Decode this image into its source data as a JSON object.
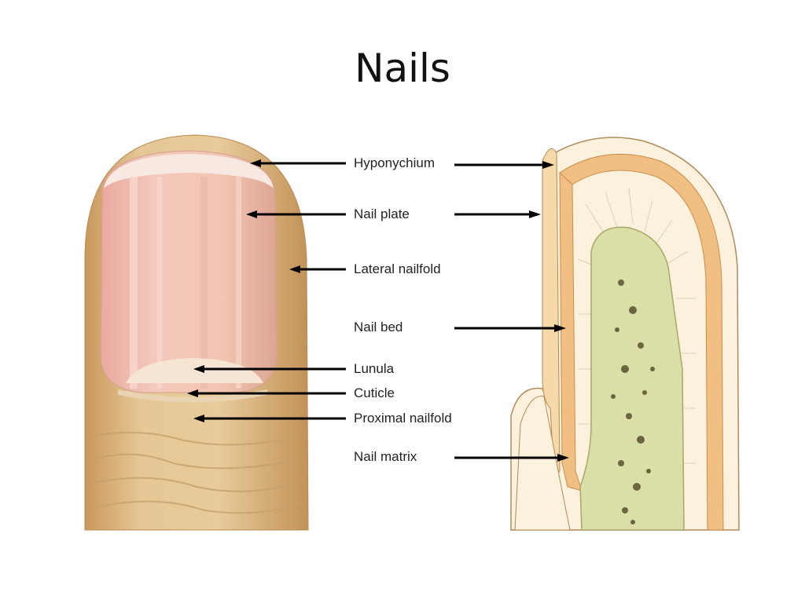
{
  "slide": {
    "title": "Nails"
  },
  "labels": [
    {
      "id": "hyponychium",
      "text": "Hyponychium"
    },
    {
      "id": "nail-plate",
      "text": "Nail plate"
    },
    {
      "id": "lateral-nailfold",
      "text": "Lateral nailfold"
    },
    {
      "id": "nail-bed",
      "text": "Nail bed"
    },
    {
      "id": "lunula",
      "text": "Lunula"
    },
    {
      "id": "cuticle",
      "text": "Cuticle"
    },
    {
      "id": "proximal-nailfold",
      "text": "Proximal nailfold"
    },
    {
      "id": "nail-matrix",
      "text": "Nail matrix"
    }
  ],
  "colors": {
    "skin": "#dcb680",
    "nail": "#f2c3b5",
    "bone": "#d9dfa6",
    "epidermis": "#f2bf83"
  }
}
